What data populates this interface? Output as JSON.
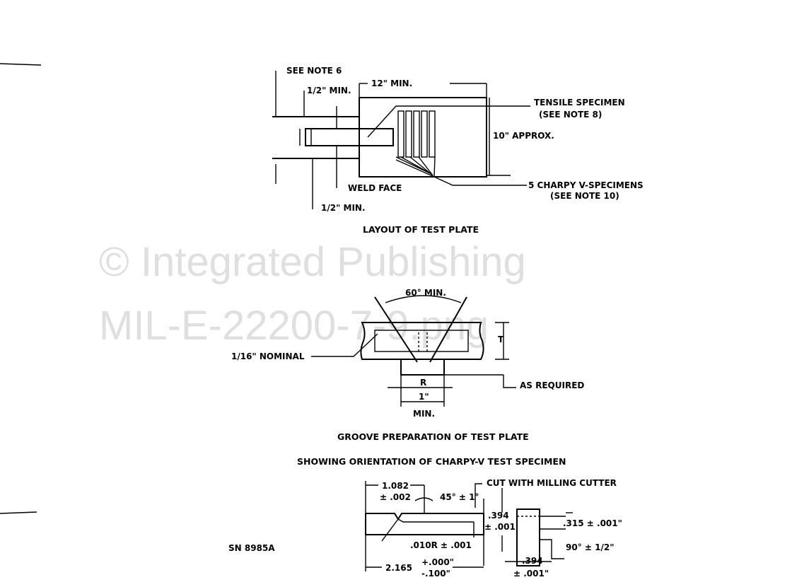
{
  "watermark": {
    "line1": "© Integrated Publishing",
    "line2": "MIL-E-22200-7-9.png"
  },
  "layout": {
    "see_note_6": "SEE NOTE 6",
    "half_min_top": "1/2\" MIN.",
    "twelve_min": "12\" MIN.",
    "tensile": "TENSILE SPECIMEN",
    "see_note_8": "(SEE NOTE 8)",
    "ten_approx": "10\" APPROX.",
    "charpy": "5 CHARPY V-SPECIMENS",
    "see_note_10": "(SEE NOTE 10)",
    "weld_face": "WELD FACE",
    "half_min_bottom": "1/2\" MIN.",
    "caption": "LAYOUT OF TEST PLATE"
  },
  "groove": {
    "angle": "60° MIN.",
    "nominal": "1/16\" NOMINAL",
    "t": "T",
    "as_required": "AS REQUIRED",
    "r": "R",
    "one_inch": "1\"",
    "min": "MIN.",
    "caption": "GROOVE PREPARATION OF TEST PLATE"
  },
  "specimen": {
    "caption": "SHOWING ORIENTATION OF CHARPY-V TEST SPECIMEN",
    "d1082": "1.082",
    "tol002": "± .002",
    "angle": "45° ± 1°",
    "cut": "CUT WITH MILLING CUTTER",
    "d394a": ".394",
    "tol001a": "± .001",
    "d315": ".315 ± .001\"",
    "right_angle": "90° ± 1/2\"",
    "radius": ".010R ± .001",
    "d2165": "2.165",
    "plus": "+.000\"",
    "minus": "-.100\"",
    "d394b": ".394",
    "tol001b": "± .001\""
  },
  "sn": "SN 8985A"
}
